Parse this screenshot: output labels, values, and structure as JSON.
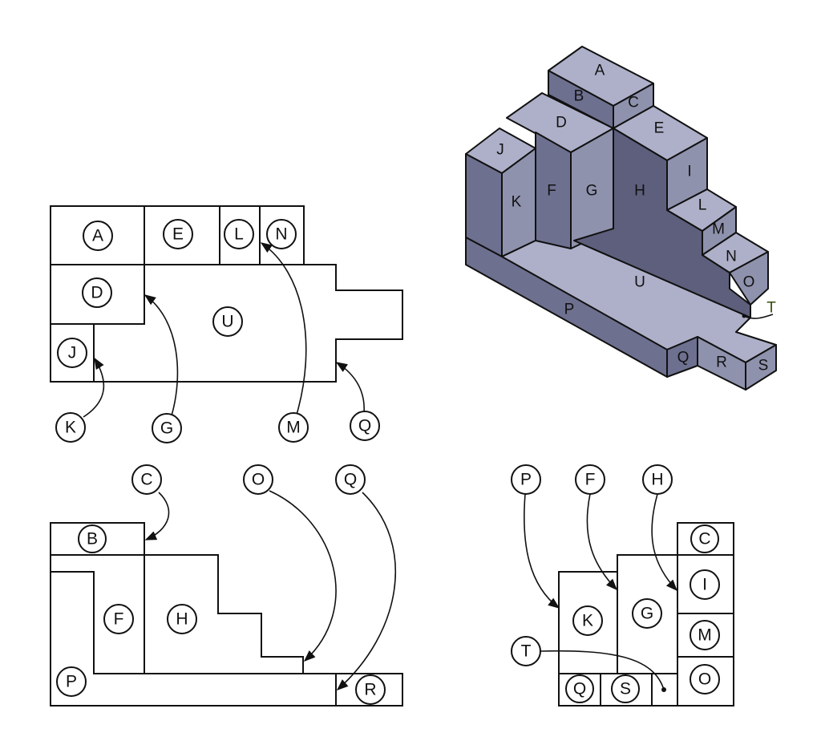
{
  "top_view": {
    "faces": [
      "A",
      "E",
      "L",
      "N",
      "D",
      "U",
      "J"
    ],
    "callouts": [
      "K",
      "G",
      "M",
      "Q"
    ]
  },
  "front_view": {
    "faces": [
      "B",
      "F",
      "H",
      "P",
      "R"
    ],
    "callouts": [
      "C",
      "O",
      "Q"
    ]
  },
  "side_view": {
    "faces": [
      "C",
      "I",
      "M",
      "O",
      "K",
      "G",
      "Q",
      "S"
    ],
    "callouts": [
      "P",
      "F",
      "H",
      "T"
    ]
  },
  "isometric": {
    "labels": [
      "A",
      "B",
      "C",
      "D",
      "E",
      "J",
      "K",
      "F",
      "G",
      "H",
      "I",
      "L",
      "M",
      "N",
      "O",
      "U",
      "P",
      "T",
      "Q",
      "R",
      "S"
    ]
  }
}
